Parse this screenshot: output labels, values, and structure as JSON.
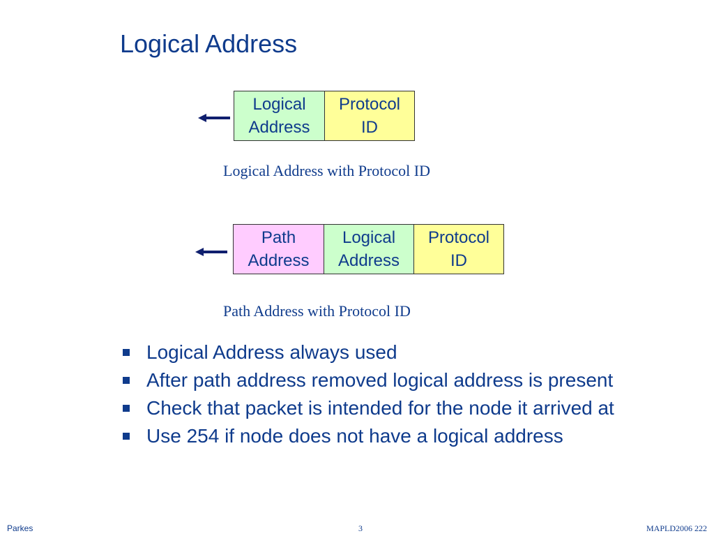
{
  "slide": {
    "title": "Logical Address"
  },
  "diagram1": {
    "fields": [
      {
        "line1": "Logical",
        "line2": "Address",
        "color": "#ccffcc"
      },
      {
        "line1": "Protocol",
        "line2": "ID",
        "color": "#ffff99"
      }
    ],
    "caption": "Logical Address with Protocol ID"
  },
  "diagram2": {
    "fields": [
      {
        "line1": "Path",
        "line2": "Address",
        "color": "#ffccff"
      },
      {
        "line1": "Logical",
        "line2": "Address",
        "color": "#ccffcc"
      },
      {
        "line1": "Protocol",
        "line2": "ID",
        "color": "#ffff99"
      }
    ],
    "caption": "Path Address with Protocol ID"
  },
  "bullets": [
    "Logical Address always used",
    "After path address removed logical address is present",
    "Check that packet is intended for the node it arrived at",
    "Use 254 if node does not have a logical address"
  ],
  "footer": {
    "left": "Parkes",
    "center": "3",
    "right": "MAPLD2006 222"
  },
  "colors": {
    "text": "#0f3b8c",
    "arrow": "#0f1f6e"
  }
}
